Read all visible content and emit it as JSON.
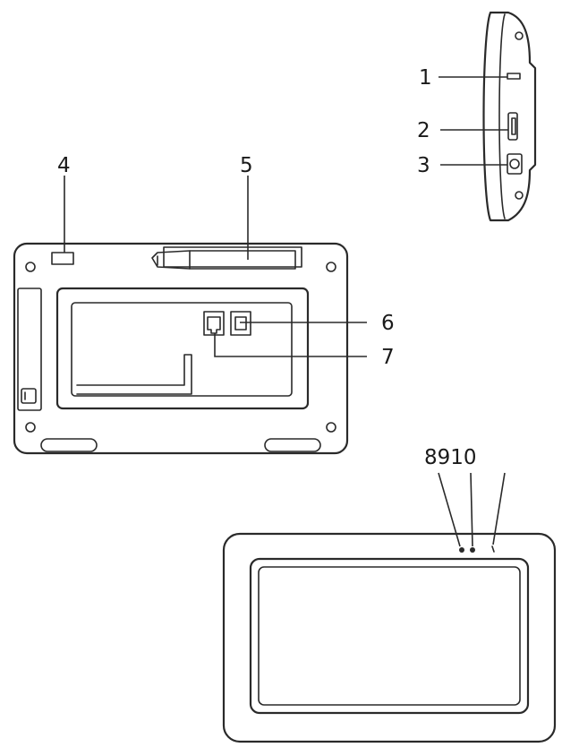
{
  "callouts": {
    "c1": "1",
    "c2": "2",
    "c3": "3",
    "c4": "4",
    "c5": "5",
    "c6": "6",
    "c7": "7",
    "c8_10": "8910"
  },
  "colors": {
    "line": "#2a2a2a",
    "background": "#ffffff"
  }
}
